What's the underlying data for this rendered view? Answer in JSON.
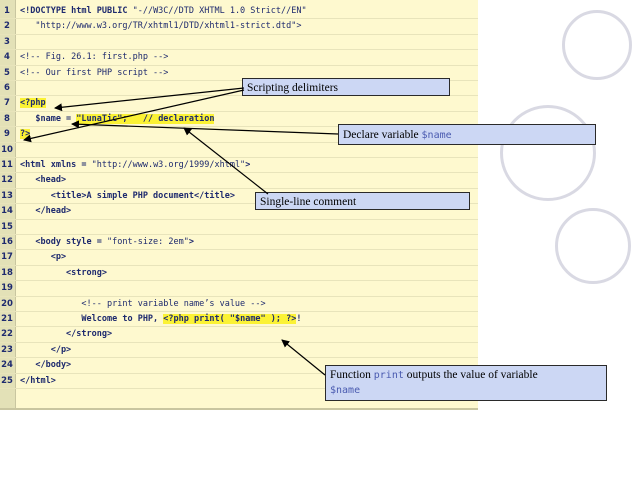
{
  "code_lines": [
    {
      "num": "1",
      "parts": [
        {
          "t": "<!DOCTYPE html PUBLIC "
        },
        {
          "t": "\"-//W3C//DTD XHTML 1.0 Strict//EN\"",
          "c": "str"
        }
      ]
    },
    {
      "num": "2",
      "parts": [
        {
          "t": "   \"http://www.w3.org/TR/xhtml1/DTD/xhtml1-strict.dtd\">",
          "c": "str"
        }
      ]
    },
    {
      "num": "3",
      "parts": []
    },
    {
      "num": "4",
      "parts": [
        {
          "t": "<!-- Fig. 26.1: first.php -->",
          "c": "cmt"
        }
      ]
    },
    {
      "num": "5",
      "parts": [
        {
          "t": "<!-- Our first PHP script -->",
          "c": "cmt"
        }
      ]
    },
    {
      "num": "6",
      "parts": []
    },
    {
      "num": "7",
      "parts": [
        {
          "t": "<?php",
          "c": "hl"
        }
      ]
    },
    {
      "num": "8",
      "parts": [
        {
          "t": "   $name = "
        },
        {
          "t": "\"LunaTic\"",
          "c": "hl"
        },
        {
          "t": ";",
          "c": "hl"
        },
        {
          "t": "   // declaration",
          "c": "hl"
        }
      ]
    },
    {
      "num": "9",
      "parts": [
        {
          "t": "?>",
          "c": "hl"
        }
      ]
    },
    {
      "num": "10",
      "parts": []
    },
    {
      "num": "11",
      "parts": [
        {
          "t": "<html xmlns = "
        },
        {
          "t": "\"http://www.w3.org/1999/xhtml\"",
          "c": "str"
        },
        {
          "t": ">"
        }
      ]
    },
    {
      "num": "12",
      "parts": [
        {
          "t": "   <head>"
        }
      ]
    },
    {
      "num": "13",
      "parts": [
        {
          "t": "      <title>A simple PHP document</title>"
        }
      ]
    },
    {
      "num": "14",
      "parts": [
        {
          "t": "   </head>"
        }
      ]
    },
    {
      "num": "15",
      "parts": []
    },
    {
      "num": "16",
      "parts": [
        {
          "t": "   <body style = "
        },
        {
          "t": "\"font-size: 2em\"",
          "c": "str"
        },
        {
          "t": ">"
        }
      ]
    },
    {
      "num": "17",
      "parts": [
        {
          "t": "      <p>"
        }
      ]
    },
    {
      "num": "18",
      "parts": [
        {
          "t": "         <strong>"
        }
      ]
    },
    {
      "num": "19",
      "parts": []
    },
    {
      "num": "20",
      "parts": [
        {
          "t": "            <!-- print variable name’s value -->",
          "c": "cmt"
        }
      ]
    },
    {
      "num": "21",
      "parts": [
        {
          "t": "            Welcome to PHP, "
        },
        {
          "t": "<?php",
          "c": "hl"
        },
        {
          "t": " print( ",
          "c": "hl"
        },
        {
          "t": "\"$name\"",
          "c": "hl"
        },
        {
          "t": " ); ",
          "c": "hl"
        },
        {
          "t": "?>",
          "c": "hl"
        },
        {
          "t": "!"
        }
      ]
    },
    {
      "num": "22",
      "parts": [
        {
          "t": "         </strong>"
        }
      ]
    },
    {
      "num": "23",
      "parts": [
        {
          "t": "      </p>"
        }
      ]
    },
    {
      "num": "24",
      "parts": [
        {
          "t": "   </body>"
        }
      ]
    },
    {
      "num": "25",
      "parts": [
        {
          "t": "</html>"
        }
      ]
    }
  ],
  "callouts": {
    "scripting_delimiters": "Scripting delimiters",
    "declare_variable_prefix": "Declare variable ",
    "declare_variable_code": "$name",
    "single_line_comment": "Single-line comment",
    "function_print_prefix": "Function ",
    "function_print_code": "print",
    "function_print_suffix": " outputs the value of variable",
    "function_print_code2": "$name"
  },
  "colors": {
    "code_background": "#fef9cf",
    "highlight": "#fbf235",
    "callout_background": "#ccd7f4",
    "code_text": "#1e2a6e"
  }
}
